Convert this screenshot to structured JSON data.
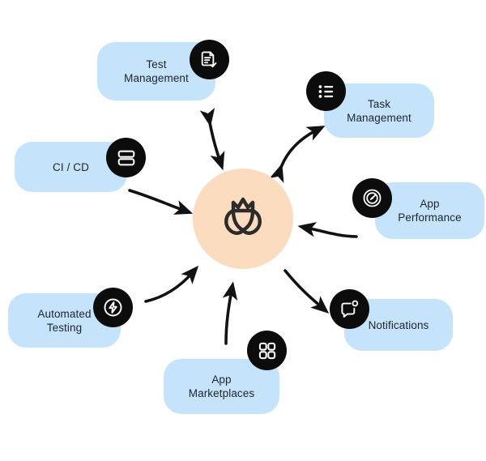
{
  "diagram": {
    "title": "Integration ecosystem hub diagram",
    "colors": {
      "background": "#ffffff",
      "node_fill": "#c5e3fa",
      "hub_fill": "#fbdcbe",
      "badge_fill": "#0c0c0c",
      "badge_glyph": "#ffffff",
      "arrow": "#121212",
      "label_text": "#1d2530",
      "hub_logo": "#2b2b2b"
    },
    "hub": {
      "name": "central-platform",
      "logo_icon": "crown-leaf-logo"
    },
    "nodes": [
      {
        "id": "test-management",
        "label": "Test\nManagement",
        "icon": "document-check-icon",
        "badge_position": "top-right",
        "arrow": "bidirectional"
      },
      {
        "id": "task-management",
        "label": "Task\nManagement",
        "icon": "bulleted-list-icon",
        "badge_position": "top-left",
        "arrow": "bidirectional"
      },
      {
        "id": "app-performance",
        "label": "App\nPerformance",
        "icon": "gauge-icon",
        "badge_position": "top-left",
        "arrow": "inbound"
      },
      {
        "id": "notifications",
        "label": "Notifications",
        "icon": "message-notification-icon",
        "badge_position": "top-left",
        "arrow": "outbound"
      },
      {
        "id": "app-marketplaces",
        "label": "App\nMarketplaces",
        "icon": "grid-squares-icon",
        "badge_position": "top-right",
        "arrow": "inbound"
      },
      {
        "id": "automated-testing",
        "label": "Automated\nTesting",
        "icon": "lightning-bolt-circle-icon",
        "badge_position": "top-right",
        "arrow": "inbound"
      },
      {
        "id": "cicd",
        "label": "CI / CD",
        "icon": "server-stack-icon",
        "badge_position": "top-right",
        "arrow": "inbound"
      }
    ]
  }
}
